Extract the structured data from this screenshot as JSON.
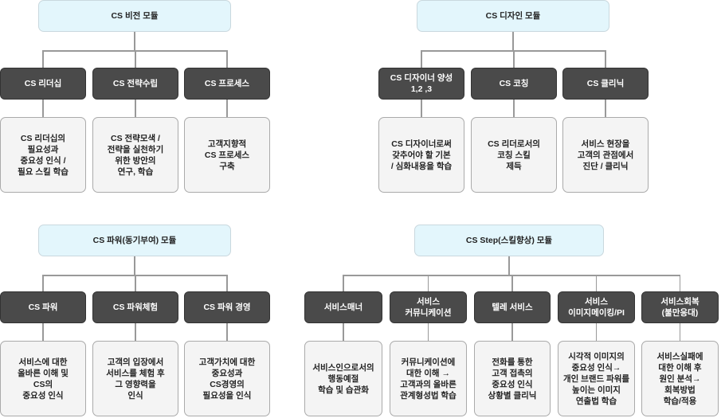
{
  "modules": [
    {
      "title": "CS 비전 모듈",
      "items": [
        {
          "label": "CS 리더십",
          "desc": "CS 리더십의\n필요성과\n중요성 인식 /\n필요 스킬 학습"
        },
        {
          "label": "CS 전략수립",
          "desc": "CS 전략모색 /\n전략을 실천하기\n위한 방안의\n연구, 학습"
        },
        {
          "label": "CS 프로세스",
          "desc": "고객지향적\nCS 프로세스\n구축"
        }
      ]
    },
    {
      "title": "CS 디자인 모듈",
      "items": [
        {
          "label": "CS 디자이너 양성\n1,2 ,3",
          "desc": "CS 디자이너로써\n갖추어야 할 기본\n/ 심화내용을 학습"
        },
        {
          "label": "CS 코칭",
          "desc": "CS 리더로서의\n코칭 스킬\n제득"
        },
        {
          "label": "CS 클리닉",
          "desc": "서비스 현장을\n고객의 관점에서\n진단 / 클리닉"
        }
      ]
    },
    {
      "title": "CS 파워(동기부여) 모듈",
      "items": [
        {
          "label": "CS 파워",
          "desc": "서비스에 대한\n올바른 이해 및\nCS의\n중요성 인식"
        },
        {
          "label": "CS 파워체험",
          "desc": "고객의 입장에서\n서비스를 체험 후\n그 영향력을\n인식"
        },
        {
          "label": "CS 파워 경영",
          "desc": "고객가치에 대한\n중요성과\nCS경영의\n필요성을 인식"
        }
      ]
    },
    {
      "title": "CS Step(스킬향상) 모듈",
      "items": [
        {
          "label": "서비스매너",
          "desc": "서비스인으로서의\n행동예절\n학습 및 습관화"
        },
        {
          "label": "서비스\n커뮤니케이션",
          "desc": "커뮤니케이션에\n대한 이해 →\n고객과의 올바른\n관계형성법 학습"
        },
        {
          "label": "텔레 서비스",
          "desc": "전화를 통한\n고객 접촉의\n중요성 인식\n상황별 클리닉"
        },
        {
          "label": "서비스\n이미지메이킹/PI",
          "desc": "시각적 이미지의\n중요성 인식→\n개인 브랜드 파워를\n높이는 이미지\n연출법 학습"
        },
        {
          "label": "서비스회복\n(불만응대)",
          "desc": "서비스실패에\n대한 이해 후\n원인 분석→\n회복방법\n학습/적용"
        }
      ]
    }
  ]
}
